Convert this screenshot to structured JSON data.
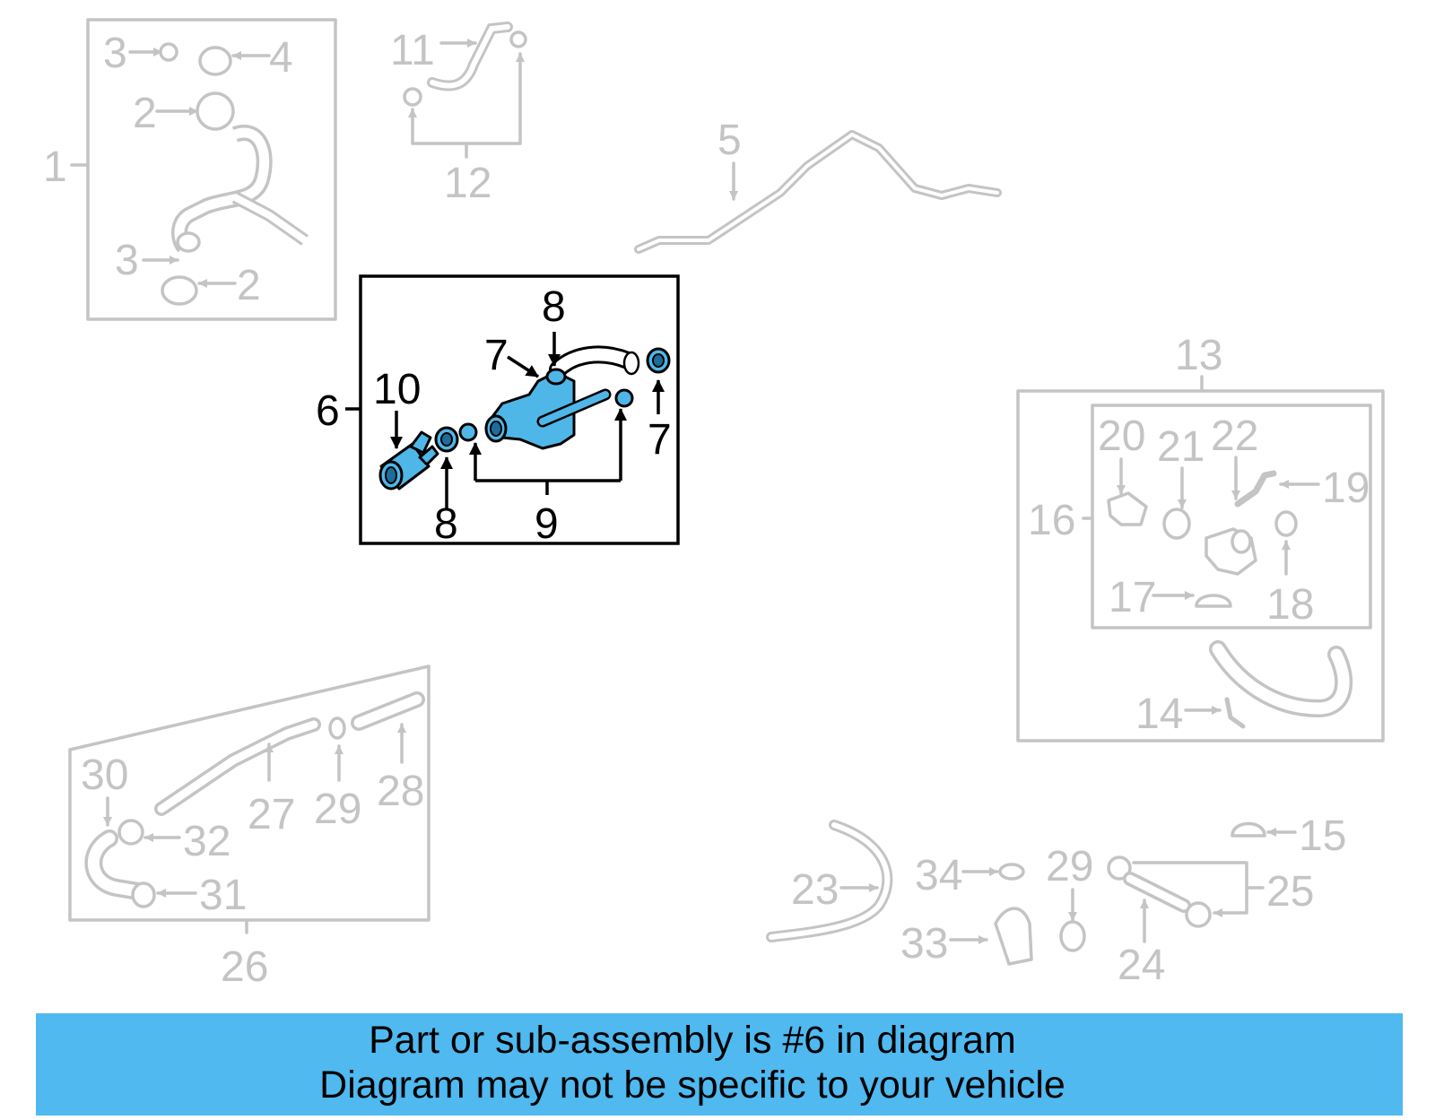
{
  "colors": {
    "highlight_part": "#4fb7e8",
    "faded_part": "#c4c4c4",
    "banner": "#4fb9f0",
    "callout_active": "#000000"
  },
  "callouts": {
    "n1": "1",
    "n2a": "2",
    "n2b": "2",
    "n3a": "3",
    "n3b": "3",
    "n4": "4",
    "n5": "5",
    "n6": "6",
    "n7a": "7",
    "n7b": "7",
    "n8a": "8",
    "n8b": "8",
    "n9": "9",
    "n10": "10",
    "n11": "11",
    "n12": "12",
    "n13": "13",
    "n14": "14",
    "n15": "15",
    "n16": "16",
    "n17": "17",
    "n18": "18",
    "n19": "19",
    "n20": "20",
    "n21": "21",
    "n22": "22",
    "n23": "23",
    "n24": "24",
    "n25": "25",
    "n26": "26",
    "n27": "27",
    "n28": "28",
    "n29a": "29",
    "n29b": "29",
    "n30": "30",
    "n31": "31",
    "n32": "32",
    "n33": "33",
    "n34": "34"
  },
  "banner": {
    "line1": "Part or sub-assembly is #6 in diagram",
    "line2": "Diagram may not be specific to your vehicle"
  }
}
